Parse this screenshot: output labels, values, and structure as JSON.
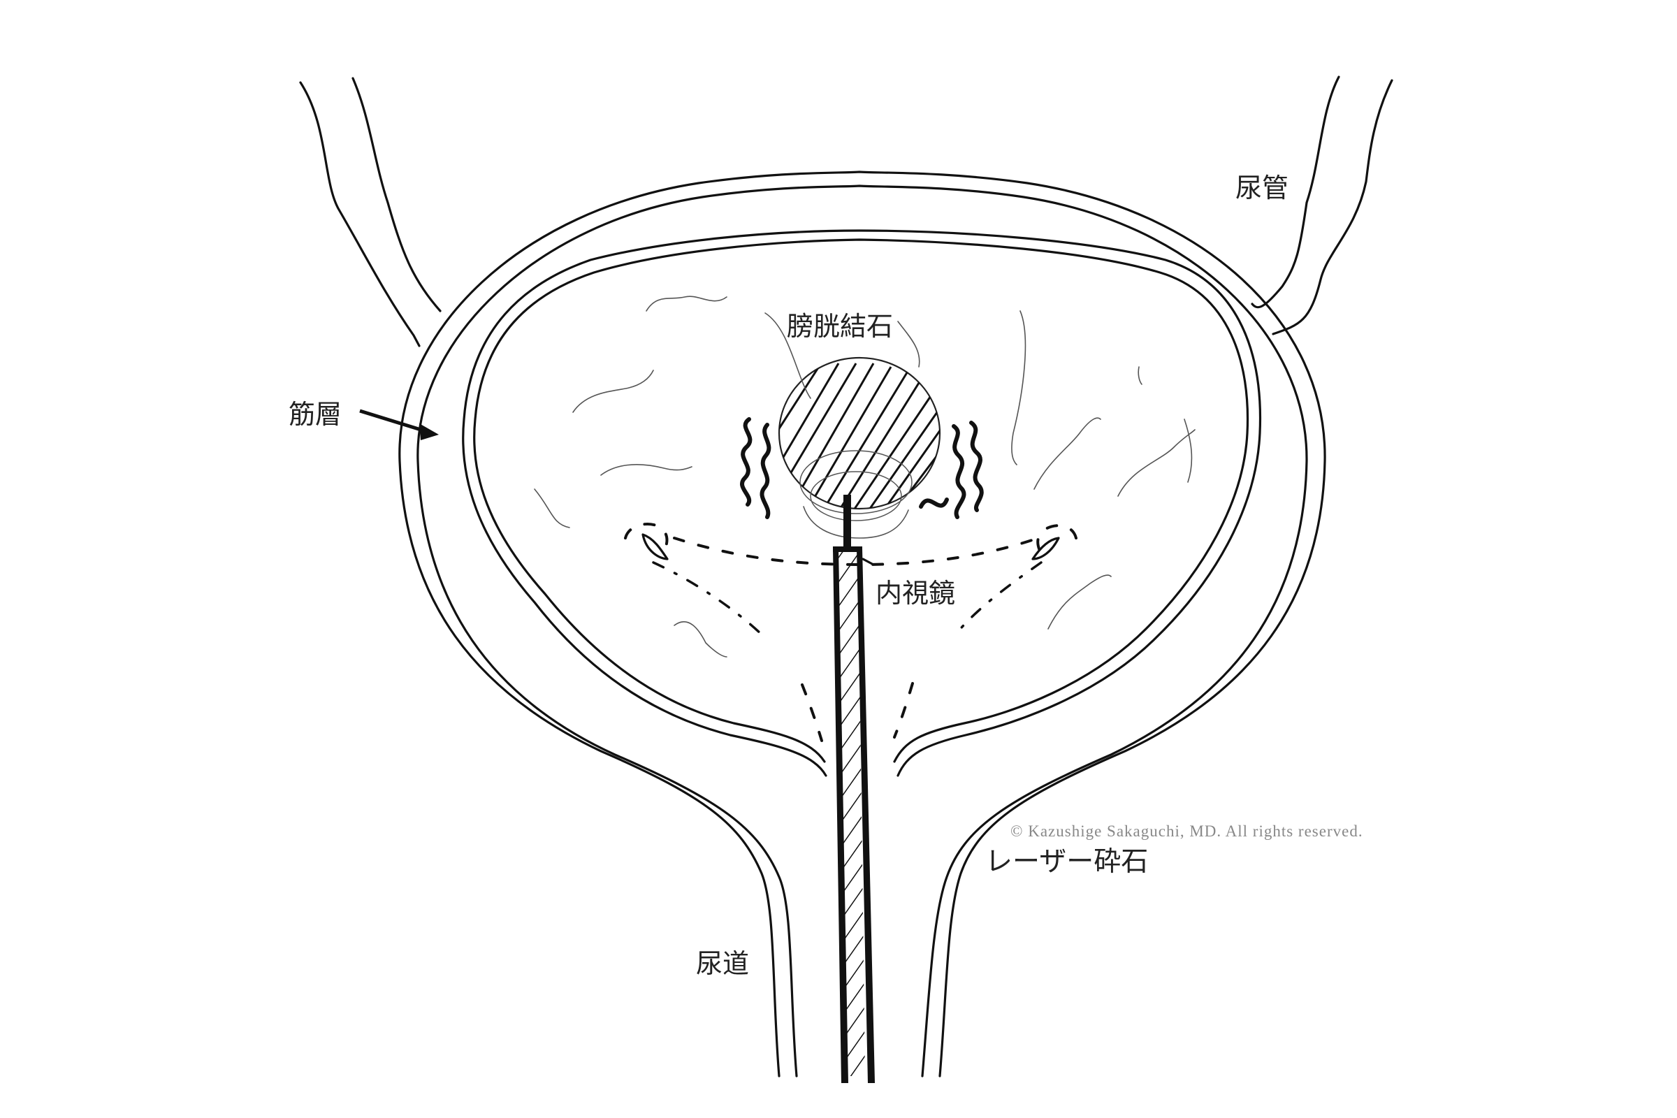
{
  "figure": {
    "title": "レーザー砕石",
    "copyright": "© Kazushige Sakaguchi, MD. All rights reserved."
  },
  "labels": {
    "ureter": "尿管",
    "muscle_layer": "筋層",
    "bladder_stone": "膀胱結石",
    "endoscope": "内視鏡",
    "urethra": "尿道",
    "laser_lithotripsy": "レーザー砕石"
  },
  "colors": {
    "line": "#111111",
    "label_text": "#222222",
    "copyright_text": "#888888",
    "background": "#ffffff"
  }
}
